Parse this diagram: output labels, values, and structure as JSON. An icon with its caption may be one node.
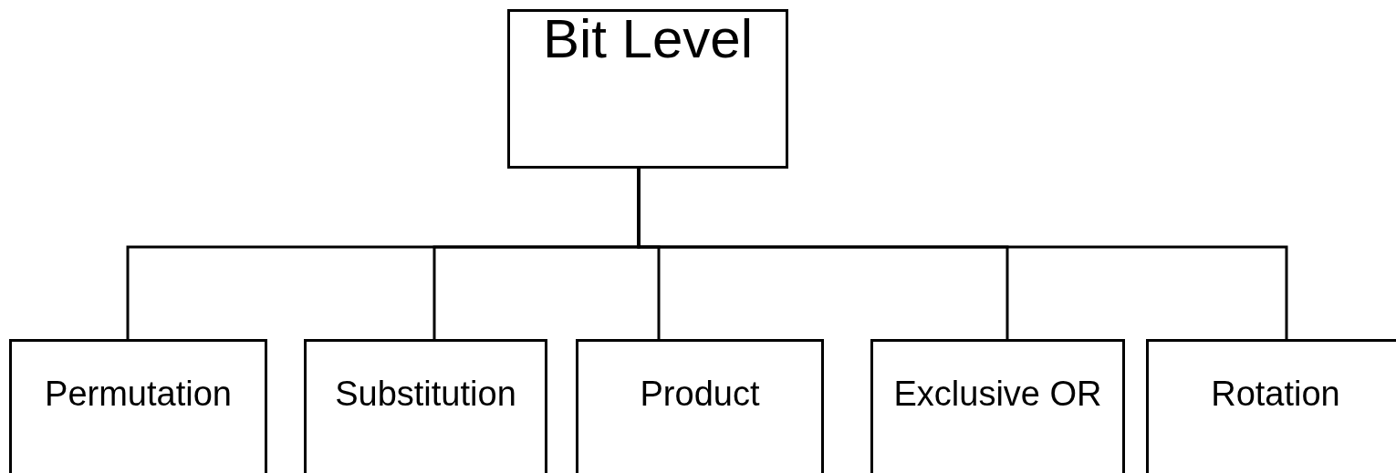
{
  "diagram": {
    "nodes": [
      {
        "text": [
          "Bit Level"
        ]
      },
      {
        "text": [
          "Permutation"
        ]
      },
      {
        "text": [
          "Substitution"
        ]
      },
      {
        "text": [
          "Product"
        ]
      },
      {
        "text": [
          "Exclusive OR"
        ]
      },
      {
        "text": [
          "Rotation"
        ]
      }
    ],
    "edges": [
      {
        "from": 0,
        "to": 1,
        "arrow": "none"
      },
      {
        "from": 0,
        "to": 2,
        "arrow": "none"
      },
      {
        "from": 0,
        "to": 3,
        "arrow": "none"
      },
      {
        "from": 0,
        "to": 4,
        "arrow": "none"
      },
      {
        "from": 0,
        "to": 5,
        "arrow": "none"
      }
    ]
  }
}
